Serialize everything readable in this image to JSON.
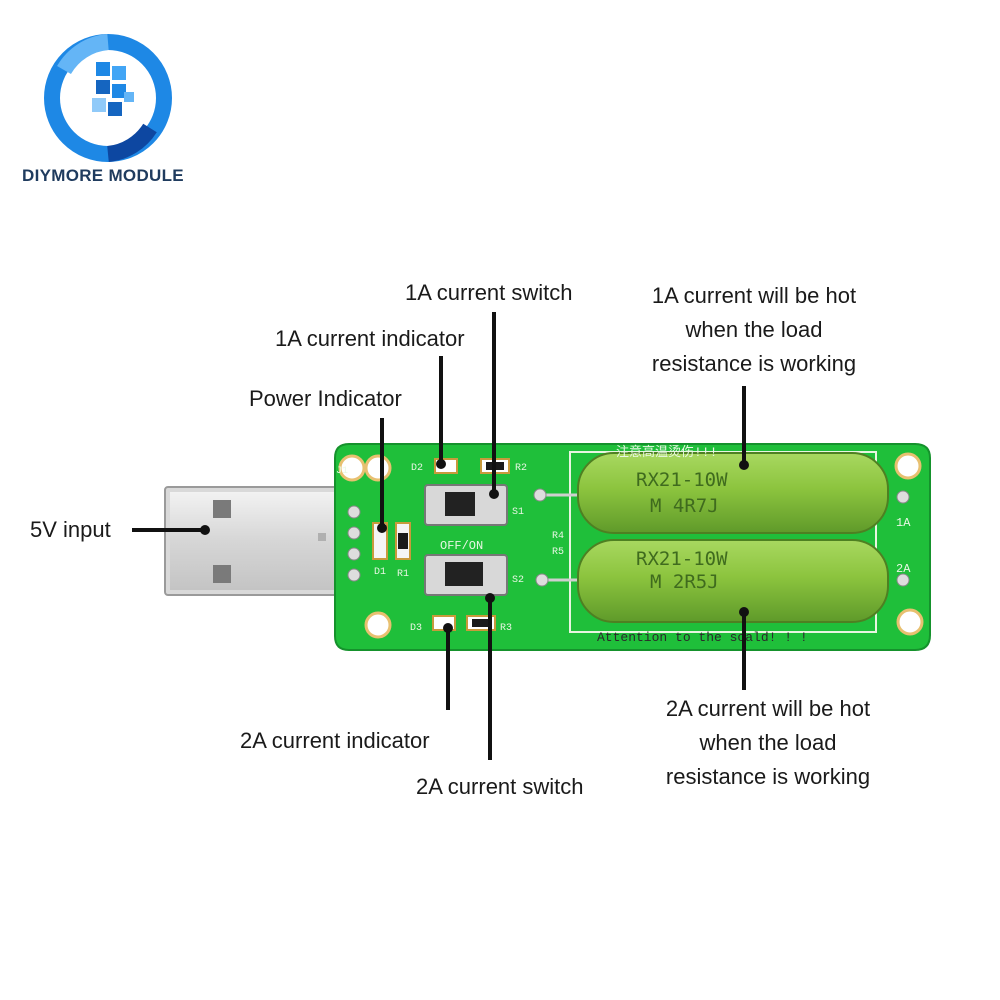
{
  "brand": {
    "name": "DIYMORE MODULE",
    "accent": "#1e88e5",
    "dark": "#1f3b5e"
  },
  "labels": {
    "input_5v": "5V input",
    "power_indicator": "Power Indicator",
    "indicator_1a": "1A current indicator",
    "switch_1a": "1A current switch",
    "hot_1a": [
      "1A current will be hot",
      "when the load",
      "resistance is working"
    ],
    "indicator_2a": "2A current indicator",
    "switch_2a": "2A current switch",
    "hot_2a": [
      "2A current will be hot",
      "when the load",
      "resistance is working"
    ]
  },
  "board": {
    "pcb_color": "#1fbf3a",
    "warning_top": "注意高温烫伤!!!",
    "warning_bottom": "Attention to the scald! ! !",
    "switch_text": "OFF/ON",
    "resistor_1": [
      "RX21-10W",
      "M 4R7J"
    ],
    "resistor_2": [
      "RX21-10W",
      "M 2R5J"
    ],
    "silkscreen": {
      "j1": "J1",
      "d1": "D1",
      "r1": "R1",
      "d2": "D2",
      "r2": "R2",
      "d3": "D3",
      "r3": "R3",
      "s1": "S1",
      "s2": "S2",
      "r4": "R4",
      "r5": "R5",
      "one_a": "1A",
      "two_a": "2A"
    }
  }
}
